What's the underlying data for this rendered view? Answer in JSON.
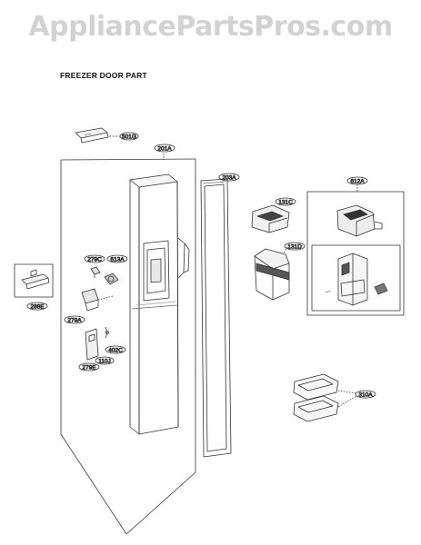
{
  "watermark": "AppliancePartsPros.com",
  "diagram_title": "FREEZER DOOR PART",
  "callouts": {
    "c501g": "501G",
    "c201a": "201A",
    "c203a": "203A",
    "c131c": "131C",
    "c131d": "131D",
    "c612a": "612A",
    "c279c": "279C",
    "c613a": "613A",
    "c288e": "288E",
    "c279a": "279A",
    "c402c": "402C",
    "c279e": "279E",
    "c110j": "110J",
    "c310a": "310A"
  }
}
